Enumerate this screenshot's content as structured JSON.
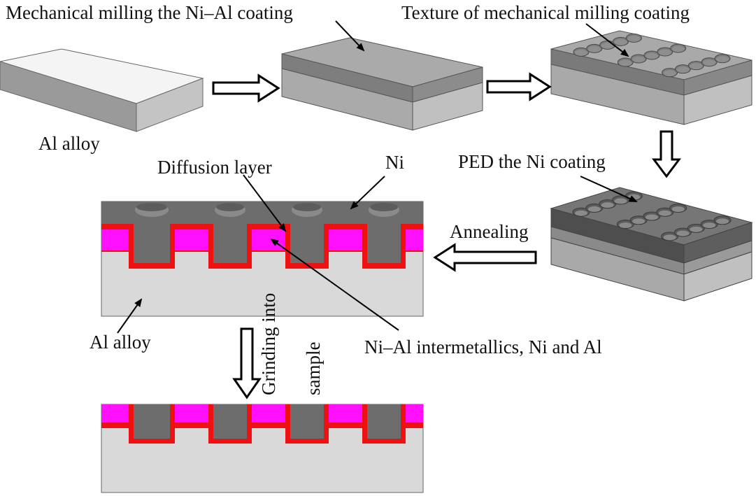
{
  "labels": {
    "milling_ni_al": "Mechanical milling the Ni–Al coating",
    "texture_milling": "Texture of mechanical milling coating",
    "al_alloy_top": "Al alloy",
    "diffusion_layer": "Diffusion layer",
    "ni": "Ni",
    "ped_ni": "PED the Ni coating",
    "annealing": "Annealing",
    "al_alloy_section": "Al alloy",
    "intermetallics": "Ni–Al intermetallics, Ni and Al",
    "grinding_into": "Grinding into",
    "sample": "sample"
  },
  "colors": {
    "al_alloy_top_face": "#f4f4f4",
    "al_alloy_side": "#c4c4c4",
    "ni_al_coating": "#a9a9a9",
    "ni_coating": "#6d6d6d",
    "diffusion_layer": "#ee1111",
    "intermetallics": "#ff10ff",
    "al_alloy_section": "#d9d9d9"
  },
  "texture": {
    "rows": 3,
    "cols": 5
  }
}
